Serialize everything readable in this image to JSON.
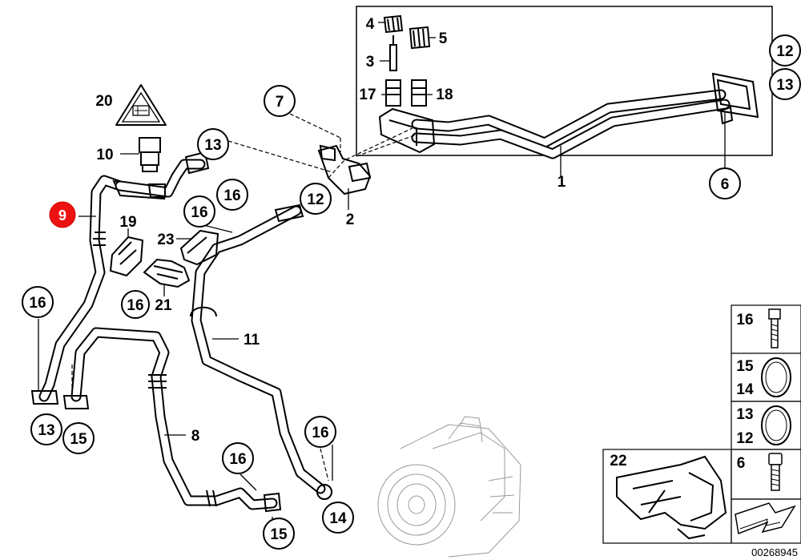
{
  "callouts": {
    "n1": "1",
    "n2": "2",
    "n3": "3",
    "n4": "4",
    "n5": "5",
    "n6": "6",
    "n7": "7",
    "n8": "8",
    "n9": "9",
    "n10": "10",
    "n11": "11",
    "n12": "12",
    "n13": "13",
    "n14": "14",
    "n15": "15",
    "n16": "16",
    "n17": "17",
    "n18": "18",
    "n19": "19",
    "n20": "20",
    "n21": "21",
    "n22": "22",
    "n23": "23"
  },
  "legend": {
    "bolt_16": "16",
    "ring_15": "15",
    "ring_14": "14",
    "ring_13": "13",
    "ring_12": "12",
    "bolt_6": "6",
    "kit_22": "22"
  },
  "diagram_code": "00268945",
  "highlight_color": "#e11111"
}
